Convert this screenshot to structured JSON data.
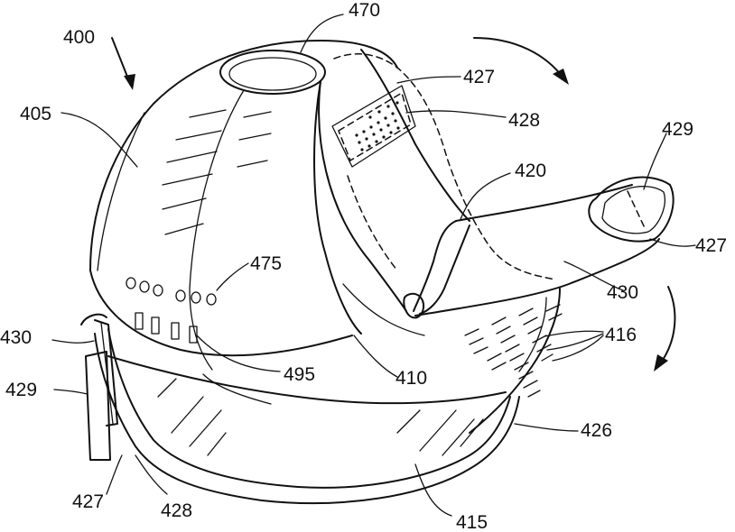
{
  "figure": {
    "ink_color": "#111111",
    "background_color": "#ffffff",
    "labels": {
      "l400": "400",
      "l470": "470",
      "l427_top": "427",
      "l428_top": "428",
      "l405": "405",
      "l429_right": "429",
      "l420": "420",
      "l475": "475",
      "l427_right": "427",
      "l430_right": "430",
      "l416": "416",
      "l430_left": "430",
      "l495": "495",
      "l410": "410",
      "l429_left": "429",
      "l426": "426",
      "l427_bottom": "427",
      "l428_bottom": "428",
      "l415": "415"
    }
  }
}
